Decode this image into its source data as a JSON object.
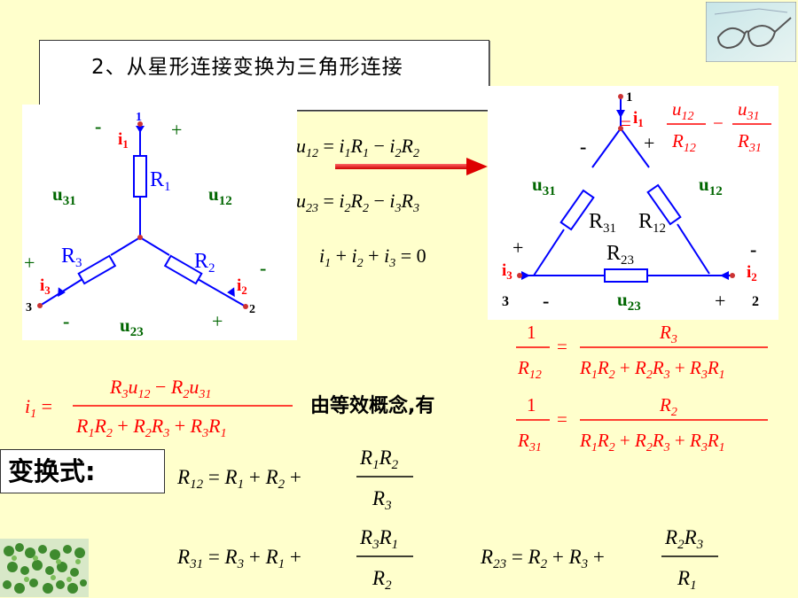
{
  "title": "2、从星形连接变换为三角形连接",
  "star": {
    "node1": "1",
    "node2": "2",
    "node3": "3",
    "i1": "i",
    "i1_sub": "1",
    "i2": "i",
    "i2_sub": "2",
    "i3": "i",
    "i3_sub": "3",
    "R1": "R",
    "R1_sub": "1",
    "R2": "R",
    "R2_sub": "2",
    "R3": "R",
    "R3_sub": "3",
    "u12": "u",
    "u12_sub": "12",
    "u23": "u",
    "u23_sub": "23",
    "u31": "u",
    "u31_sub": "31",
    "plus": "+",
    "minus": "-"
  },
  "delta": {
    "node1": "1",
    "node2": "2",
    "node3": "3",
    "i1": "i",
    "i1_sub": "1",
    "i2": "i",
    "i2_sub": "2",
    "i3": "i",
    "i3_sub": "3",
    "R12": "R",
    "R12_sub": "12",
    "R23": "R",
    "R23_sub": "23",
    "R31": "R",
    "R31_sub": "31",
    "u12": "u",
    "u12_sub": "12",
    "u23": "u",
    "u23_sub": "23",
    "u31": "u",
    "u31_sub": "31",
    "plus": "+",
    "minus": "-"
  },
  "text": {
    "equivalence": "由等效概念,有",
    "transform_label": "变换式:"
  },
  "colors": {
    "background": "#FFFFCC",
    "circuit": "#0000FF",
    "green_label": "#006600",
    "red_label": "#FF0000",
    "arrow": "#FF0000"
  },
  "icons": [
    "glasses-clipart-icon",
    "vine-clipart-icon"
  ]
}
